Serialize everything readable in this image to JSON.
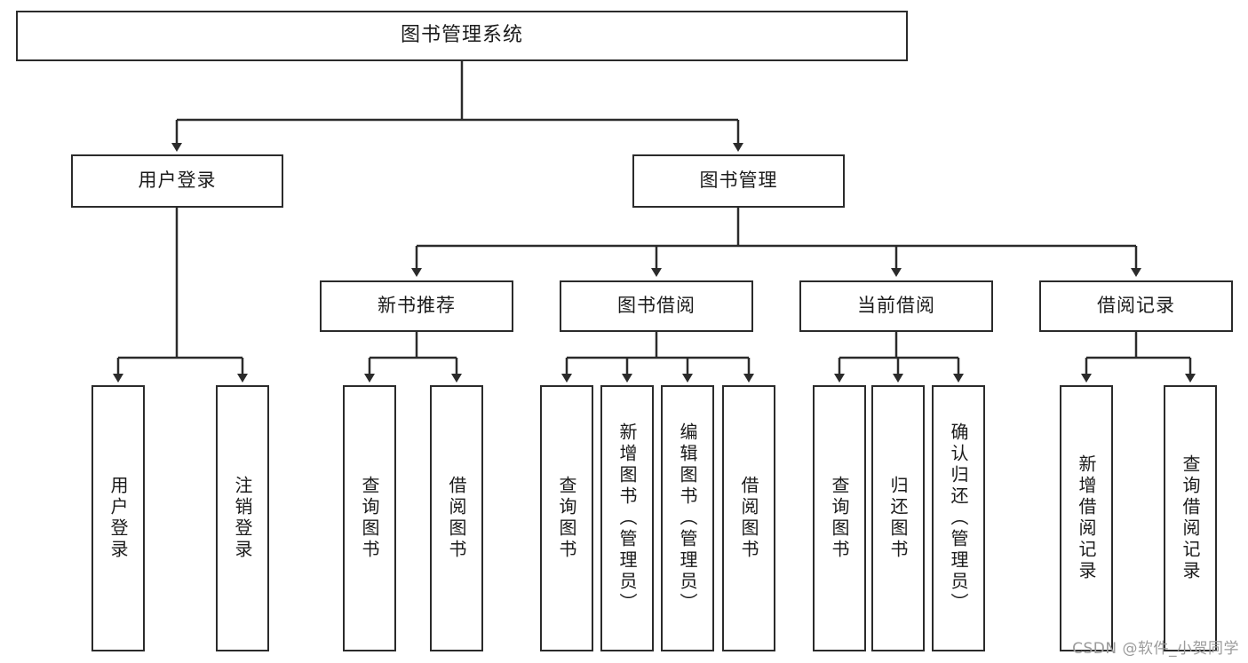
{
  "diagram": {
    "title": "图书管理系统",
    "type": "tree-hierarchy",
    "stroke_color": "#2b2b2b",
    "background_color": "#ffffff",
    "text_color": "#1b1b1b"
  },
  "root": {
    "label": "图书管理系统"
  },
  "level1": [
    {
      "label": "用户登录"
    },
    {
      "label": "图书管理"
    }
  ],
  "level2": [
    {
      "label": "新书推荐"
    },
    {
      "label": "图书借阅"
    },
    {
      "label": "当前借阅"
    },
    {
      "label": "借阅记录"
    }
  ],
  "leaves": {
    "user_login": [
      {
        "label": "用户登录"
      },
      {
        "label": "注销登录"
      }
    ],
    "new_book_recommend": [
      {
        "label": "查询图书"
      },
      {
        "label": "借阅图书"
      }
    ],
    "book_borrow": [
      {
        "label": "查询图书"
      },
      {
        "label": "新增图书（管理员）"
      },
      {
        "label": "编辑图书（管理员）"
      },
      {
        "label": "借阅图书"
      }
    ],
    "current_borrow": [
      {
        "label": "查询图书"
      },
      {
        "label": "归还图书"
      },
      {
        "label": "确认归还（管理员）"
      }
    ],
    "borrow_record": [
      {
        "label": "新增借阅记录"
      },
      {
        "label": "查询借阅记录"
      }
    ]
  },
  "watermark": {
    "text": "CSDN @软件_小贺同学"
  }
}
